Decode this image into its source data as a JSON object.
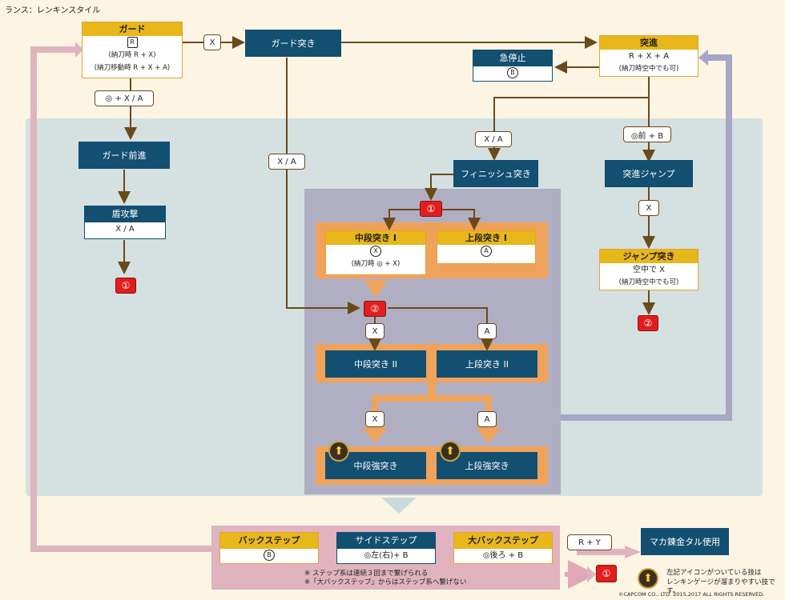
{
  "page_title": "ランス：レンキンスタイル",
  "nodes": {
    "guard": {
      "label": "ガード",
      "l1": "R",
      "l2": "(納刀時 R + X)",
      "l3": "(納刀移動時 R + X + A)"
    },
    "guard_thrust": {
      "label": "ガード突き"
    },
    "charge": {
      "label": "突進",
      "l1": "R + X + A",
      "l2": "(納刀時空中でも可)"
    },
    "sudden_stop": {
      "label": "急停止",
      "l1": "B"
    },
    "guard_advance": {
      "label": "ガード前進"
    },
    "shield_attack": {
      "label": "盾攻撃",
      "l1": "X / A"
    },
    "finish_thrust": {
      "label": "フィニッシュ突き"
    },
    "charge_jump": {
      "label": "突進ジャンプ"
    },
    "jump_thrust": {
      "label": "ジャンプ突き",
      "l1": "空中で X",
      "l2": "(納刀時空中でも可)"
    },
    "mid_thrust_1": {
      "label": "中段突き I",
      "l1": "X",
      "l2": "(納刀時 ◎ + X)"
    },
    "high_thrust_1": {
      "label": "上段突き I",
      "l1": "A"
    },
    "mid_thrust_2": {
      "label": "中段突き II"
    },
    "high_thrust_2": {
      "label": "上段突き II"
    },
    "mid_strong": {
      "label": "中段強突き"
    },
    "high_strong": {
      "label": "上段強突き"
    },
    "back_step": {
      "label": "バックステップ",
      "l1": "B"
    },
    "side_step": {
      "label": "サイドステップ",
      "l1": "◎左(右)+ B"
    },
    "big_back_step": {
      "label": "大バックステップ",
      "l1": "◎後ろ + B"
    },
    "maka": {
      "label": "マカ錬金タル使用"
    }
  },
  "edge_labels": {
    "guard_to_thrust": "X",
    "guard_down": "◎ + X / A",
    "thrust_down": "X / A",
    "to_finish": "X / A",
    "to_jump": "◎前 + B",
    "jump_down": "X",
    "to_mid2": "X",
    "to_high2": "A",
    "to_midstrong": "X",
    "to_highstrong": "A",
    "maka_key": "R + Y"
  },
  "markers": {
    "one": "①",
    "two": "②"
  },
  "legend": {
    "text1": "左記アイコンがついている技は",
    "text2": "レンキンゲージが溜まりやすい技です。"
  },
  "notes": {
    "n1": "※ ステップ系は連続３回まで繋げられる",
    "n2": "※「大バックステップ」からはステップ系へ繋げない"
  },
  "copyright": "©CAPCOM CO., LTD. 2015,2017 ALL RIGHTS RESERVED.",
  "colors": {
    "navy": "#134f71",
    "yellow": "#e8b71a",
    "orange": "#efa25a",
    "arrow_brown": "#6b4a1a",
    "pink": "#e0b3bf",
    "red": "#e01e1e"
  }
}
